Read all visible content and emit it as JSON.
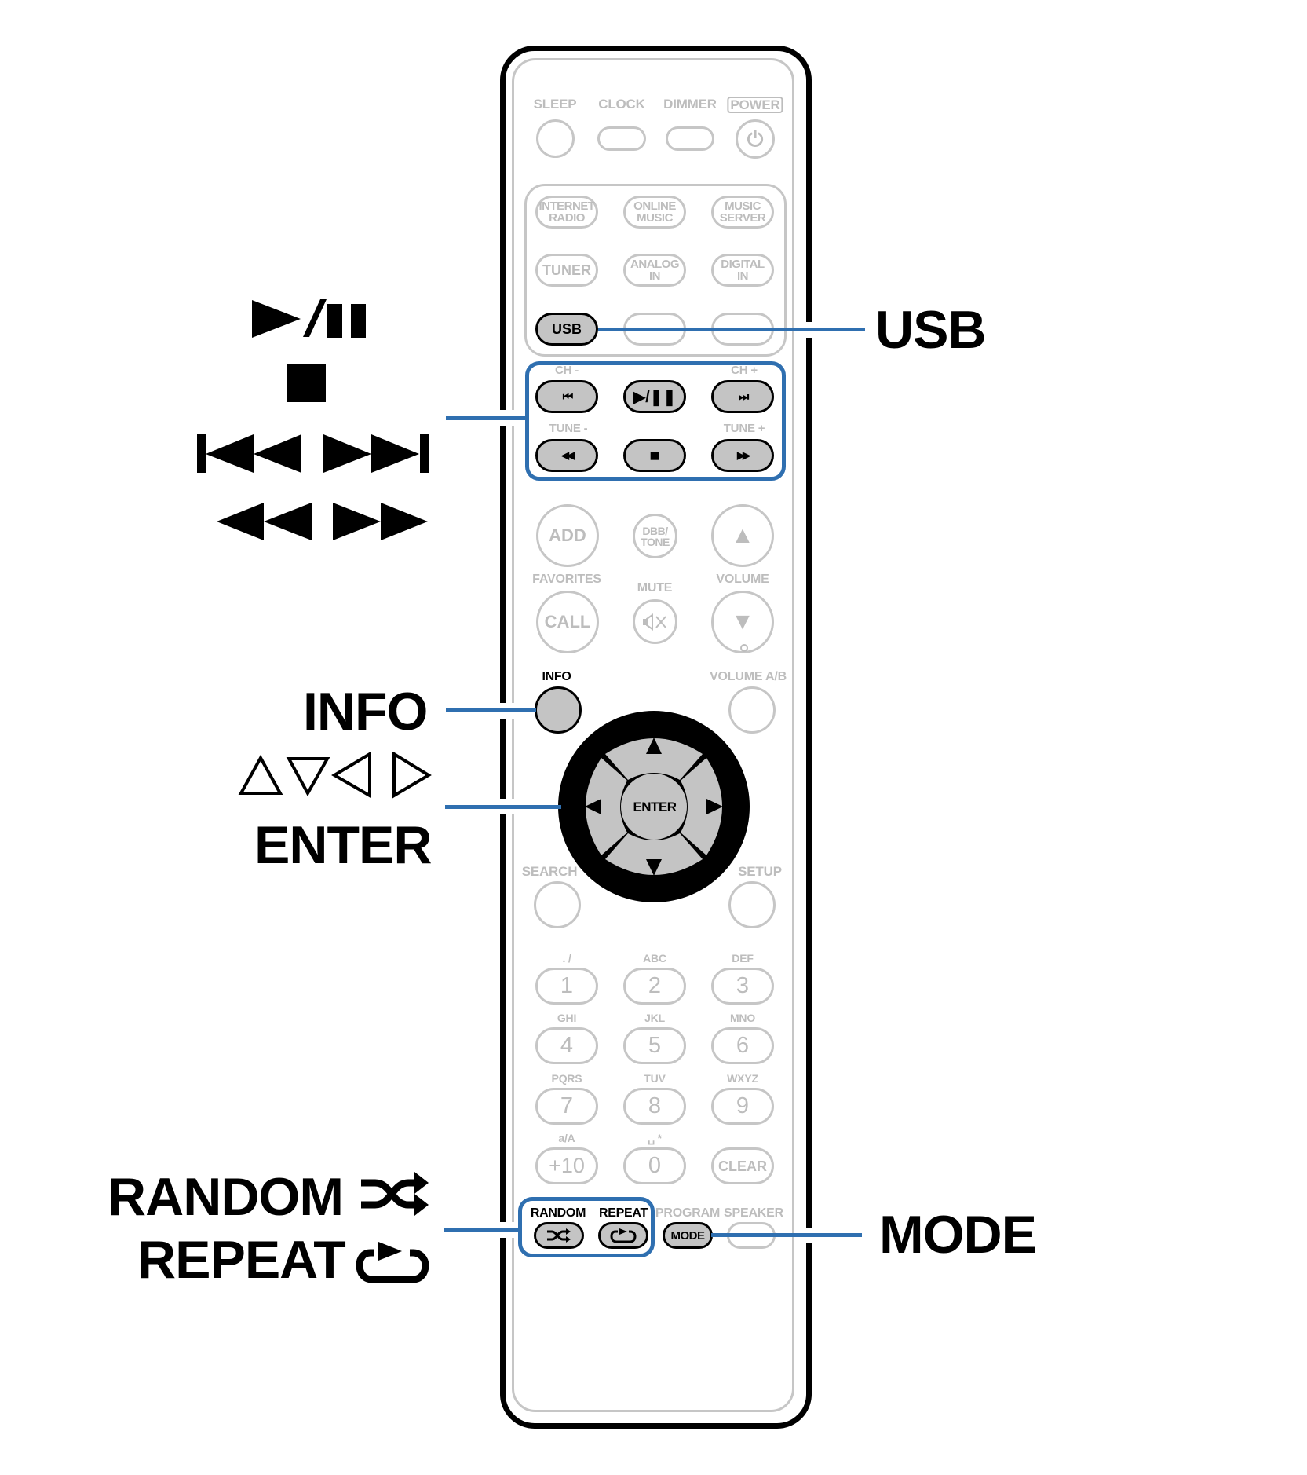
{
  "callouts": {
    "left_transport": {
      "play_pause": "play-pause-symbol",
      "stop": "stop-symbol",
      "skip": "skip-back-and-forward-symbols",
      "search": "rewind-and-fast-forward-symbols"
    },
    "info": "INFO",
    "cursor_symbols": "△▽◁ ▷",
    "enter": "ENTER",
    "random": "RANDOM",
    "repeat": "REPEAT",
    "usb": "USB",
    "mode": "MODE"
  },
  "colors": {
    "highlight_blue": "#2f6fb0",
    "inactive_gray": "#bdbdbd",
    "active_button_fill": "#c4c4c4"
  },
  "remote": {
    "top_row": {
      "labels": [
        "SLEEP",
        "CLOCK",
        "DIMMER",
        "POWER"
      ],
      "power_icon": "⏻"
    },
    "source_group": {
      "row1": [
        "INTERNET\nRADIO",
        "ONLINE\nMUSIC",
        "MUSIC\nSERVER"
      ],
      "row1_lines": [
        [
          "INTERNET",
          "RADIO"
        ],
        [
          "ONLINE",
          "MUSIC"
        ],
        [
          "MUSIC",
          "SERVER"
        ]
      ],
      "row2_lines": [
        [
          "TUNER"
        ],
        [
          "ANALOG",
          "IN"
        ],
        [
          "DIGITAL",
          "IN"
        ]
      ],
      "usb": "USB"
    },
    "transport": {
      "ch_minus": "CH -",
      "ch_plus": "CH +",
      "tune_minus": "TUNE -",
      "tune_plus": "TUNE +",
      "prev_icon": "⏮",
      "play_pause_icon": "▶/❚❚",
      "next_icon": "⏭",
      "rewind_icon": "◀◀",
      "stop_icon": "■",
      "ff_icon": "▶▶"
    },
    "volume_section": {
      "add": "ADD",
      "dbb_tone": [
        "DBB/",
        "TONE"
      ],
      "favorites": "FAVORITES",
      "mute": "MUTE",
      "volume": "VOLUME",
      "call": "CALL",
      "vol_up_icon": "▲",
      "vol_down_icon": "▼"
    },
    "nav": {
      "info": "INFO",
      "volume_ab": "VOLUME A/B",
      "enter": "ENTER",
      "up": "▲",
      "down": "▼",
      "left": "◀",
      "right": "▶",
      "search": "SEARCH",
      "setup": "SETUP"
    },
    "keypad": [
      {
        "sub": ". /",
        "key": "1"
      },
      {
        "sub": "ABC",
        "key": "2"
      },
      {
        "sub": "DEF",
        "key": "3"
      },
      {
        "sub": "GHI",
        "key": "4"
      },
      {
        "sub": "JKL",
        "key": "5"
      },
      {
        "sub": "MNO",
        "key": "6"
      },
      {
        "sub": "PQRS",
        "key": "7"
      },
      {
        "sub": "TUV",
        "key": "8"
      },
      {
        "sub": "WXYZ",
        "key": "9"
      },
      {
        "sub": "a/A",
        "key": "+10"
      },
      {
        "sub": "␣ *",
        "key": "0"
      },
      {
        "sub": "",
        "key": "CLEAR"
      }
    ],
    "bottom_row": {
      "random": "RANDOM",
      "repeat": "REPEAT",
      "program": "PROGRAM",
      "speaker": "SPEAKER",
      "mode": "MODE"
    }
  }
}
